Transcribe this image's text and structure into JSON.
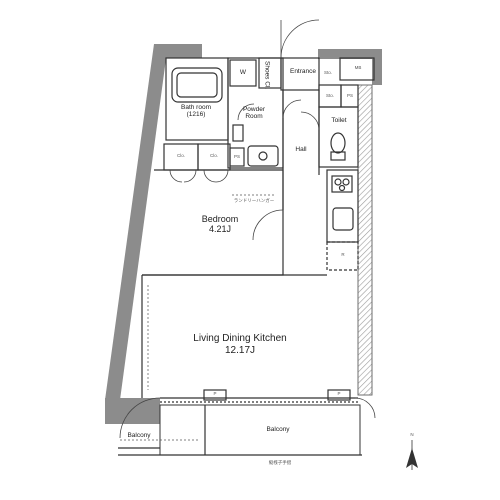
{
  "rooms": {
    "bathroom_name": "Bath room",
    "bathroom_size": "(1216)",
    "washer": "W",
    "shoes": "Shoes Cl.",
    "entrance": "Entrance",
    "storage_entrance": "Sto.",
    "mb": "MB",
    "storage_hall": "Sto.",
    "ps_hall": "PS",
    "powder_room": "Powder Room",
    "toilet": "Toilet",
    "hall": "Hall",
    "closet_1": "Clo.",
    "closet_2": "Clo.",
    "ps_powder": "PS",
    "laundry_hanger": "ランドリーハンガー",
    "bedroom_name": "Bedroom",
    "bedroom_size": "4.21J",
    "refrigerator": "R",
    "ldk_name": "Living Dining Kitchen",
    "ldk_size": "12.17J",
    "p_left": "P",
    "p_right": "P",
    "balcony_left": "Balcony",
    "balcony_main": "Balcony",
    "evac_ladder": "縦桟子手摺",
    "north": "N"
  },
  "colors": {
    "wall": "#8c8c8c",
    "wall_dark": "#6e6e6e",
    "line": "#333333",
    "hatch": "#9a9a9a"
  }
}
